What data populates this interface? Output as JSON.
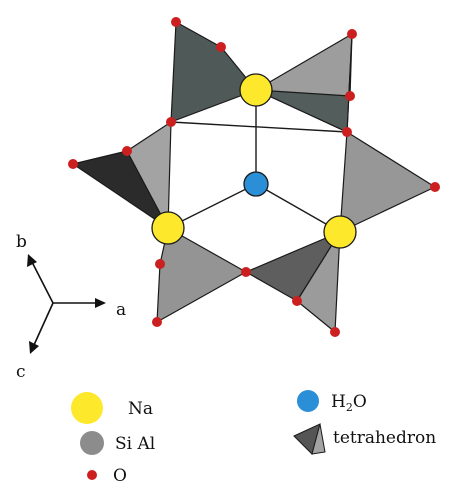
{
  "axes": {
    "a": "a",
    "b": "b",
    "c": "c"
  },
  "legend": {
    "na": "Na",
    "si_al": "Si Al",
    "o": "O",
    "h2o_main": "H",
    "h2o_sub": "2",
    "h2o_tail": "O",
    "tetrahedron": "tetrahedron"
  },
  "colors": {
    "na": "#fde82b",
    "si_al": "#8c8c8c",
    "o": "#cc1f1f",
    "h2o": "#2a8fd6",
    "tet_light": "#9a9a9a",
    "tet_dark": "#545e5c",
    "tet_black": "#2b2b2b"
  }
}
